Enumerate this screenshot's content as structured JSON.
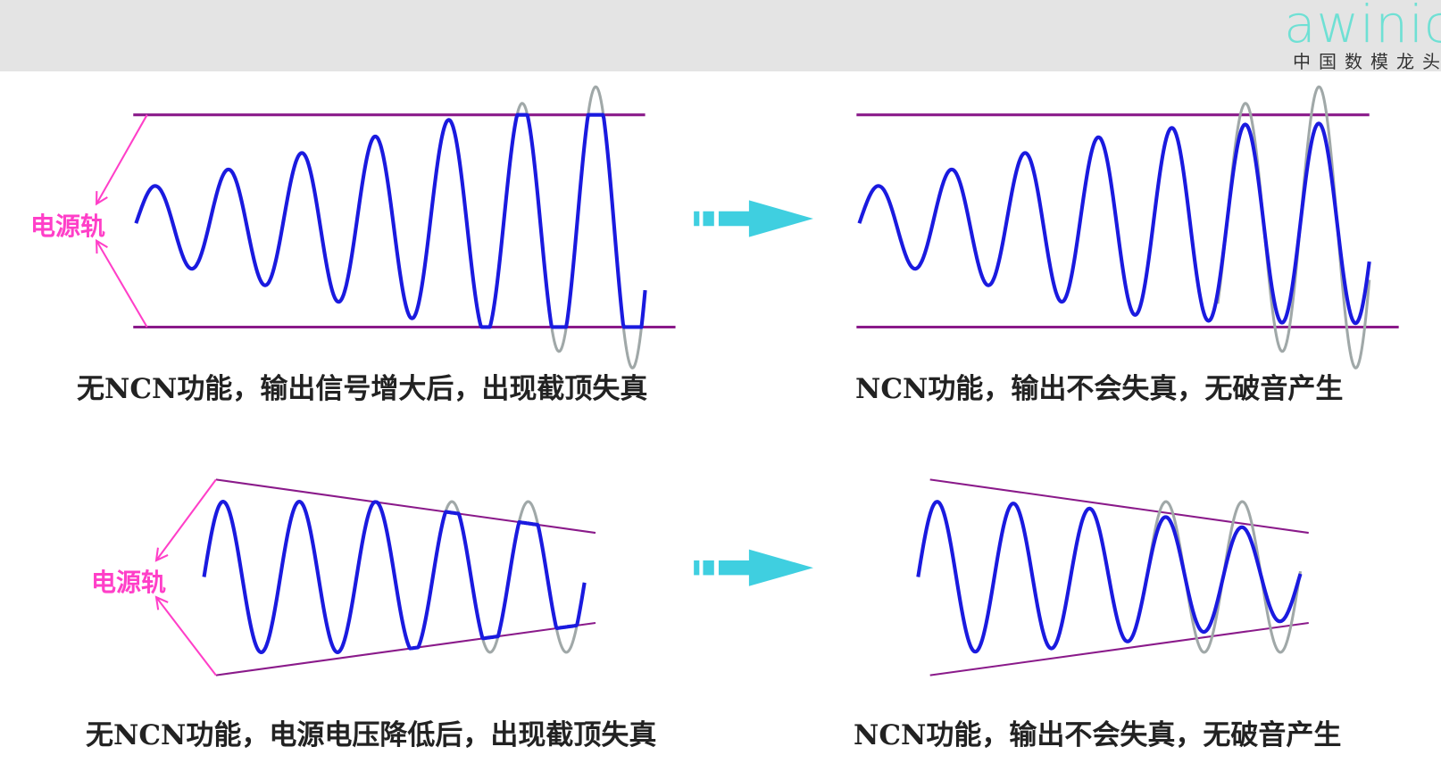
{
  "logo": {
    "brand": "awinic",
    "subtitle": "中国数模龙头"
  },
  "rail_label": "电源轨",
  "captions": {
    "top_left": "无NCN功能，输出信号增大后，出现截顶失真",
    "top_right": "NCN功能，输出不会失真，无破音产生",
    "bottom_left": "无NCN功能，电源电压降低后，出现截顶失真",
    "bottom_right": "NCN功能，输出不会失真，无破音产生"
  },
  "colors": {
    "signal": "#1a1adf",
    "ghost": "#a0a8a8",
    "rail": "#8a1a8a",
    "label": "#ff3fc8",
    "arrow": "#3fcfe0",
    "header": "#e4e4e4"
  }
}
